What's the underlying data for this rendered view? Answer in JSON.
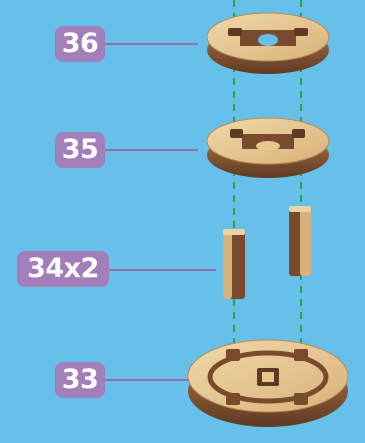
{
  "parts": [
    {
      "id": "part-36",
      "label": "36"
    },
    {
      "id": "part-35",
      "label": "35"
    },
    {
      "id": "part-34",
      "label": "34x2"
    },
    {
      "id": "part-33",
      "label": "33"
    }
  ],
  "colors": {
    "background": "#66c0ea",
    "label_fill": "#a27ebb",
    "label_text": "#ffffff",
    "guide_line": "#1faa4a",
    "wood_light": "#e6c88f",
    "wood_dark": "#7a4a2c"
  }
}
